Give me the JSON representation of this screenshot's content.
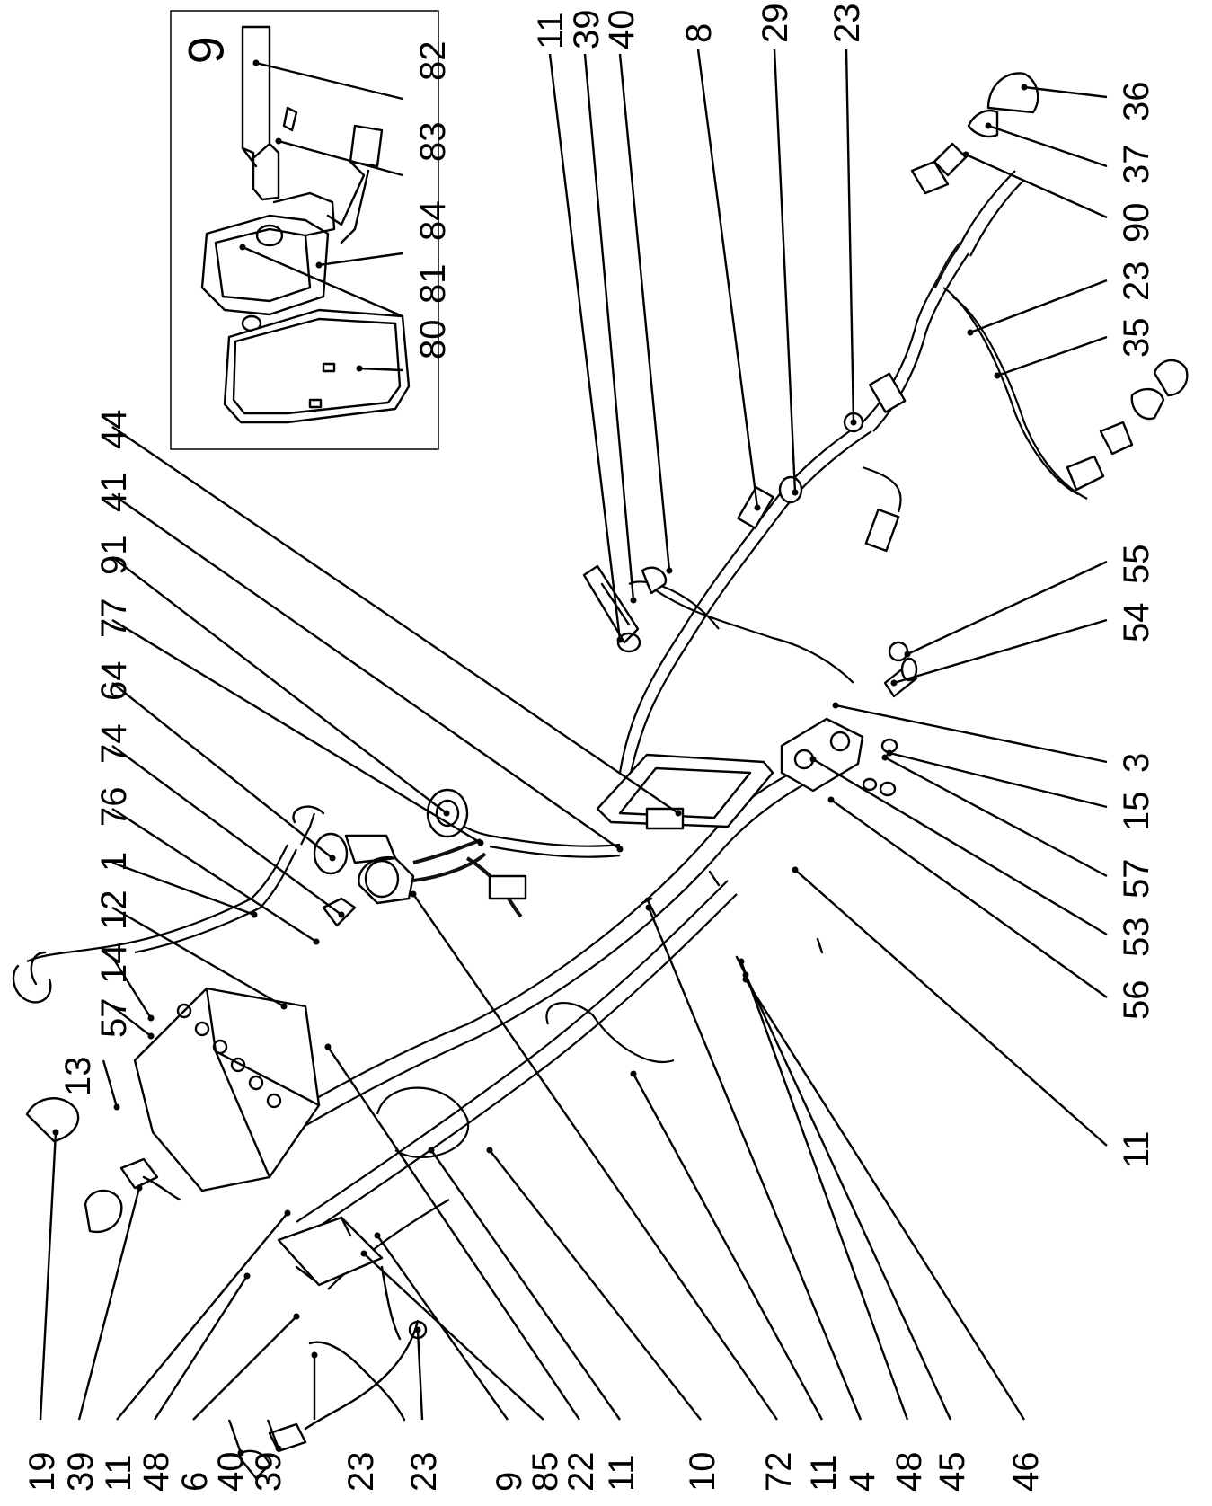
{
  "inset": {
    "title": "6",
    "labels": [
      "82",
      "83",
      "84",
      "81",
      "80"
    ]
  },
  "top_labels": [
    "11",
    "39",
    "40",
    "8",
    "29",
    "23"
  ],
  "right_labels": [
    "36",
    "37",
    "90",
    "23",
    "35"
  ],
  "upper_left_labels": [
    "44",
    "41",
    "91",
    "77",
    "64",
    "74",
    "76",
    "1",
    "12",
    "14",
    "57",
    "13"
  ],
  "right_middle_labels": [
    "55",
    "54",
    "3",
    "15",
    "57",
    "53",
    "56",
    "11"
  ],
  "bottom_labels": [
    "19",
    "39",
    "11",
    "48",
    "6",
    "40",
    "39",
    "23",
    "23",
    "9",
    "85",
    "22",
    "11",
    "10",
    "72",
    "11",
    "4",
    "48",
    "45",
    "46"
  ]
}
